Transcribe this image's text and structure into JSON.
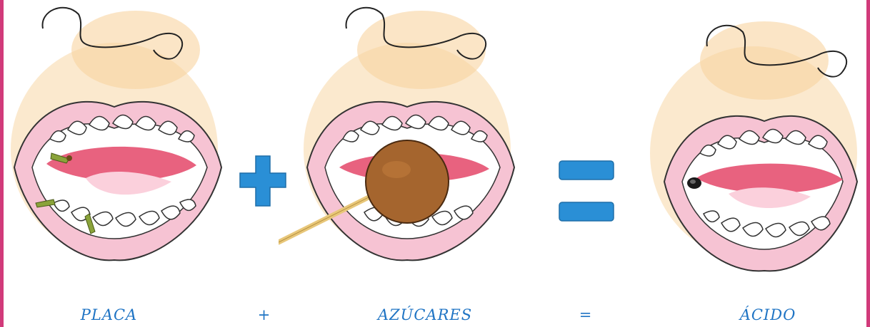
{
  "captions": {
    "plaque": "PLACA",
    "plus": "+",
    "sugars": "AZÚCARES",
    "equals": "=",
    "acid": "ÁCIDO"
  },
  "colors": {
    "caption_text": "#1f74c4",
    "operator_fill": "#2a8fd6",
    "edge": "#d13a7a",
    "lips": "#f2b6c9",
    "tongue": "#e8627f",
    "skin": "#f7d8a8",
    "lollipop": "#a5652e"
  },
  "icons": {
    "plus_sign": "plus-icon",
    "equals_sign": "equals-icon"
  }
}
